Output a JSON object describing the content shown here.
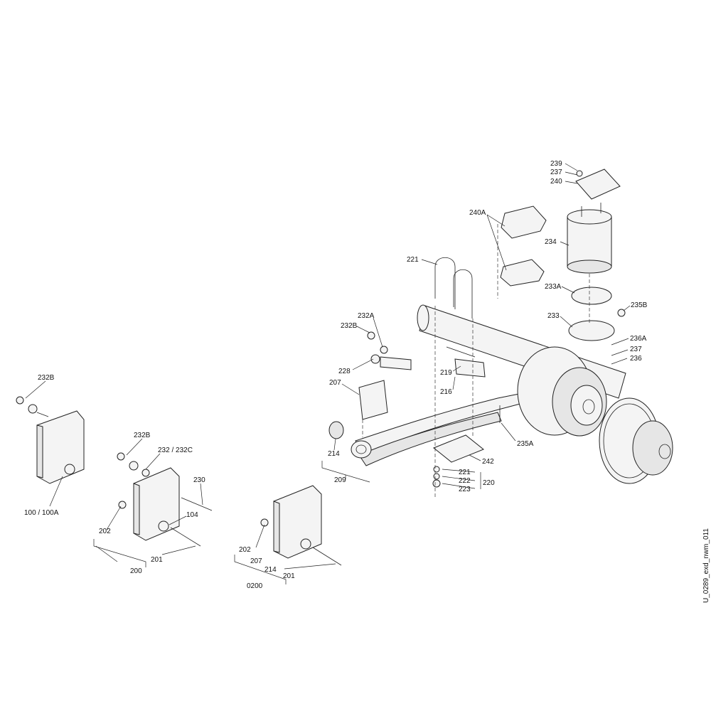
{
  "drawing_id": "U_0289_exd_nwm_011",
  "labels": {
    "l239": "239",
    "l237a": "237",
    "l240": "240",
    "l240A": "240A",
    "l234": "234",
    "l233A": "233A",
    "l235B": "235B",
    "l233": "233",
    "l236A": "236A",
    "l237b": "237",
    "l236": "236",
    "l221a": "221",
    "l232A": "232A",
    "l232Ba": "232B",
    "l228": "228",
    "l219": "219",
    "l216": "216",
    "l207a": "207",
    "l235A": "235A",
    "l214a": "214",
    "l242": "242",
    "l221b": "221",
    "l222": "222",
    "l223": "223",
    "l220": "220",
    "l209": "209",
    "l232Bb": "232B",
    "l100": "100 / 100A",
    "l232Bc": "232B",
    "l232C": "232 / 232C",
    "l230": "230",
    "l104": "104",
    "l202a": "202",
    "l201a": "201",
    "l200": "200",
    "l202b": "202",
    "l207b": "207",
    "l214b": "214",
    "l201b": "201",
    "l0200": "0200"
  }
}
